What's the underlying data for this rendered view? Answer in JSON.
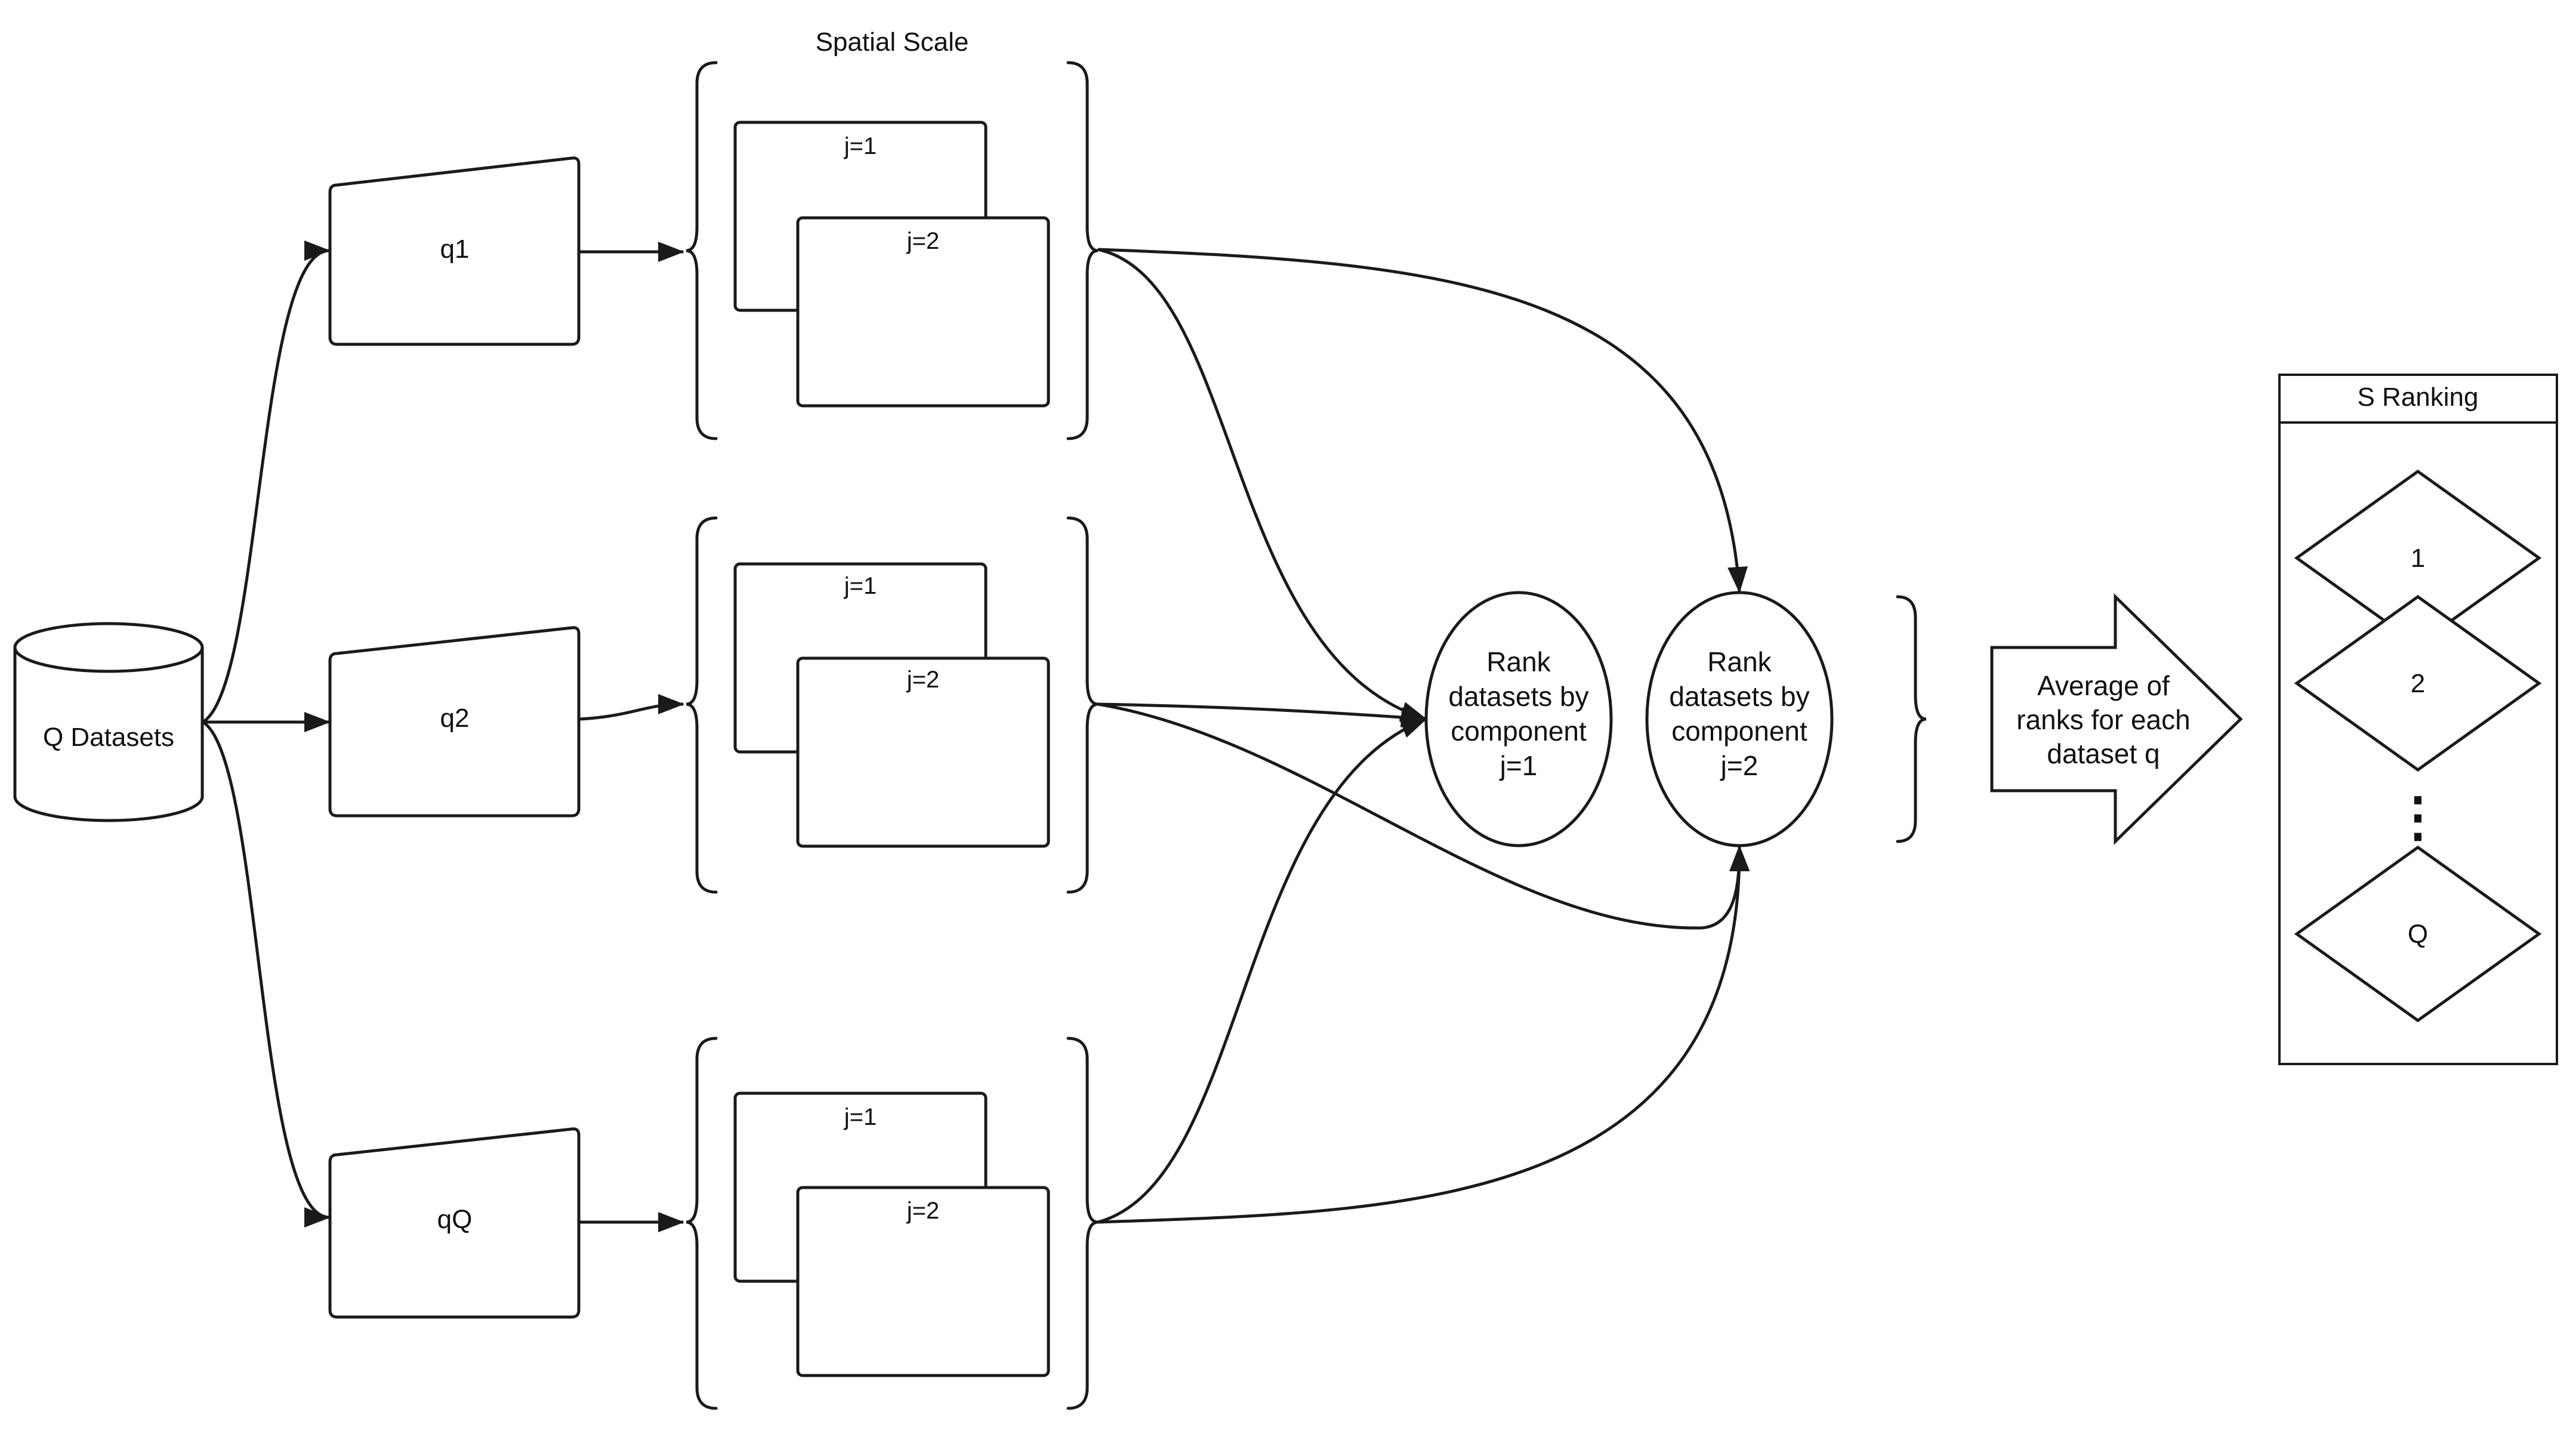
{
  "diagram": {
    "source": "Q Datasets",
    "datasets": [
      "q1",
      "q2",
      "qQ"
    ],
    "spatial_scale_title": "Spatial Scale",
    "components": [
      "j=1",
      "j=2"
    ],
    "rank_nodes": [
      {
        "lines": [
          "Rank",
          "datasets by",
          "component",
          "j=1"
        ]
      },
      {
        "lines": [
          "Rank",
          "datasets by",
          "component",
          "j=2"
        ]
      }
    ],
    "average_arrow": {
      "lines": [
        "Average of",
        "ranks for each",
        "dataset q"
      ]
    },
    "ranking": {
      "title": "S Ranking",
      "items": [
        "1",
        "2",
        "Q"
      ],
      "ellipsis": "⋮"
    }
  }
}
